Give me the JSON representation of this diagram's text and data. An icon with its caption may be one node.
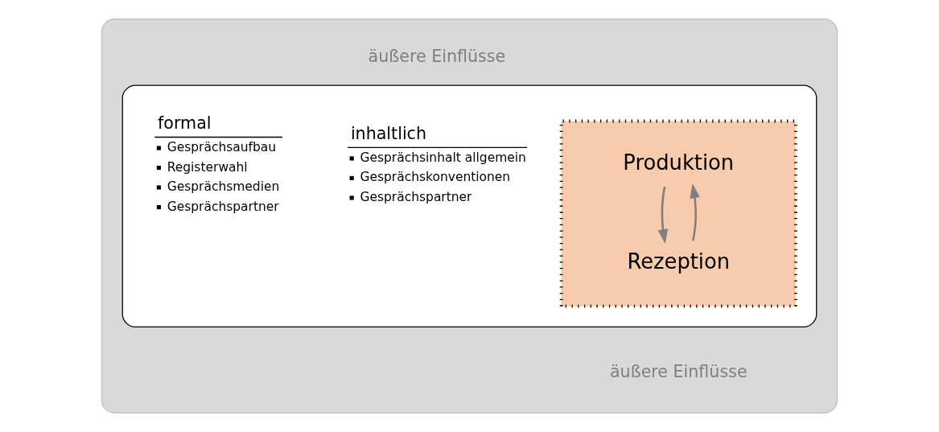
{
  "diagram": {
    "nodes": [
      {
        "text": [
          "äußere Einflüsse",
          "äußere Einflüsse"
        ]
      },
      {
        "text": [],
        "shape": "box",
        "in": 0
      },
      {
        "text": [],
        "shape": "box",
        "in": 1
      },
      {
        "text": [
          "Produktion"
        ],
        "in": 2
      },
      {
        "text": [
          "Rezeption"
        ],
        "in": 2
      }
    ],
    "edges": [
      {
        "from": 3,
        "to": 4,
        "arrow": "to"
      },
      {
        "from": 4,
        "to": 3,
        "arrow": "to"
      }
    ],
    "labels": [
      "inhaltlich",
      "formal",
      "Gesprächsinhalt allgemein",
      "Gesprächskonventionen",
      "Gesprächspartner",
      "Gesprächsaufbau",
      "Registerwahl",
      "Gesprächsmedien",
      "Gesprächspartner"
    ]
  }
}
